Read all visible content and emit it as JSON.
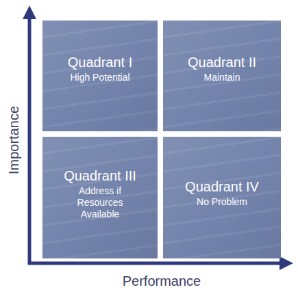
{
  "diagram": {
    "nodes": [
      {
        "text": [
          "Quadrant I",
          "High Potential"
        ]
      },
      {
        "text": [
          "Quadrant II",
          "Maintain"
        ]
      },
      {
        "text": [
          "Quadrant III",
          "Address if Resources Available"
        ]
      },
      {
        "text": [
          "Quadrant IV",
          "No Problem"
        ]
      }
    ],
    "labels": [
      "Importance",
      "Performance"
    ]
  }
}
